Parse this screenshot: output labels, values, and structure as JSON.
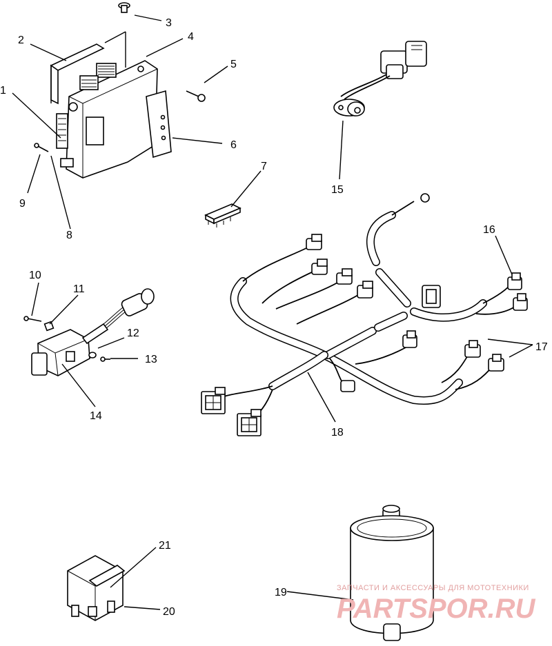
{
  "callouts": [
    "1",
    "2",
    "3",
    "4",
    "5",
    "6",
    "7",
    "8",
    "9",
    "10",
    "11",
    "12",
    "13",
    "14",
    "15",
    "16",
    "17",
    "18",
    "19",
    "20",
    "21"
  ],
  "watermark": {
    "caption": "ЗАПЧАСТИ И АКСЕССУАРЫ ДЛЯ МОТОТЕХНИКИ",
    "brand": "PARTSPOR.RU"
  }
}
